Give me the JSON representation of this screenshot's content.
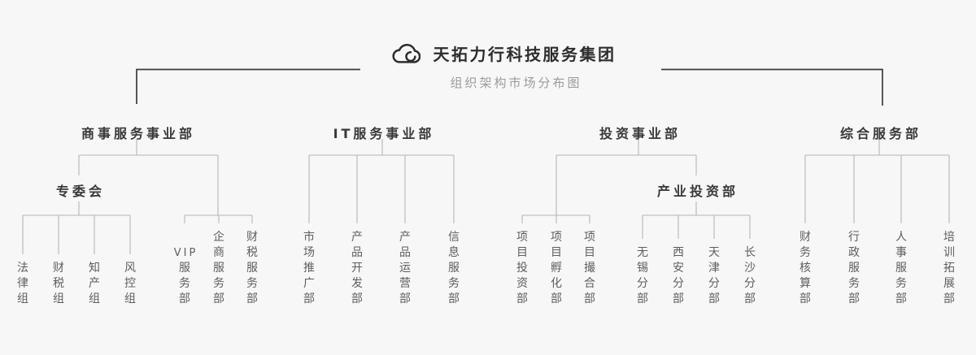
{
  "header": {
    "icon": "cloud-icon",
    "title": "天拓力行科技服务集团",
    "subtitle": "组织架构市场分布图"
  },
  "org": {
    "divisions": [
      {
        "name": "商事服务事业部",
        "groups": [
          {
            "name": "专委会",
            "children": [
              "法律组",
              "财税组",
              "知产组",
              "风控组"
            ]
          },
          {
            "name": "",
            "children": [
              "VIP服务部",
              "企商服务部",
              "财税服务部"
            ]
          }
        ]
      },
      {
        "name": "IT服务事业部",
        "children": [
          "市场推广部",
          "产品开发部",
          "产品运营部",
          "信息服务部"
        ]
      },
      {
        "name": "投资事业部",
        "groups": [
          {
            "name": "",
            "children": [
              "项目投资部",
              "项目孵化部",
              "项目撮合部"
            ]
          },
          {
            "name": "产业投资部",
            "children": [
              "无锡分部",
              "西安分部",
              "天津分部",
              "长沙分部"
            ]
          }
        ]
      },
      {
        "name": "综合服务部",
        "children": [
          "财务核算部",
          "行政服务部",
          "人事服务部",
          "培训拓展部"
        ]
      }
    ]
  },
  "colors": {
    "background": "#f7f7f7",
    "line_light": "#b6b6b6",
    "line_dark": "#3a3a3a",
    "title_text": "#2d2d2d",
    "node_text": "#383838",
    "leaf_text": "#5e5e5e",
    "subtitle_text": "#9b9b9b"
  }
}
